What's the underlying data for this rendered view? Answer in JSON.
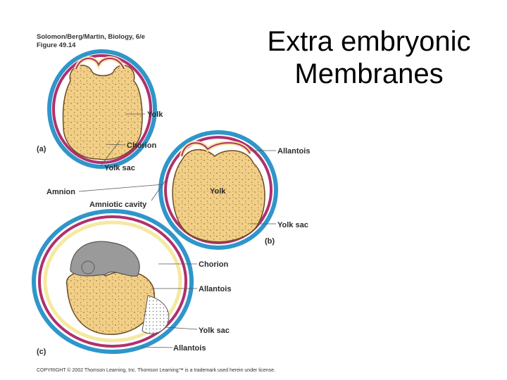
{
  "header": {
    "line1": "Solomon/Berg/Martin, Biology, 6/e",
    "line2": "Figure 49.14"
  },
  "title": {
    "line1": "Extra embryonic",
    "line2": "Membranes"
  },
  "labels": {
    "yolk_a": "Yolk",
    "a": "(a)",
    "chorion_a": "Chorion",
    "yolk_sac_a": "Yolk sac",
    "allantois_b": "Allantois",
    "amnion": "Amnion",
    "yolk_b": "Yolk",
    "amniotic_cavity": "Amniotic cavity",
    "yolk_sac_b": "Yolk sac",
    "b": "(b)",
    "chorion_c": "Chorion",
    "allantois_c1": "Allantois",
    "yolk_sac_c": "Yolk sac",
    "c": "(c)",
    "allantois_c2": "Allantois"
  },
  "copyright": "COPYRIGHT © 2002 Thomson Learning, Inc. Thomson Learning™ is a trademark used herein under license.",
  "colors": {
    "yolk": "#f2cf86",
    "chorion": "#2f96c9",
    "amnion": "#b0306e",
    "membrane": "#f5e9a0",
    "embryo": "#9a9a9a"
  }
}
